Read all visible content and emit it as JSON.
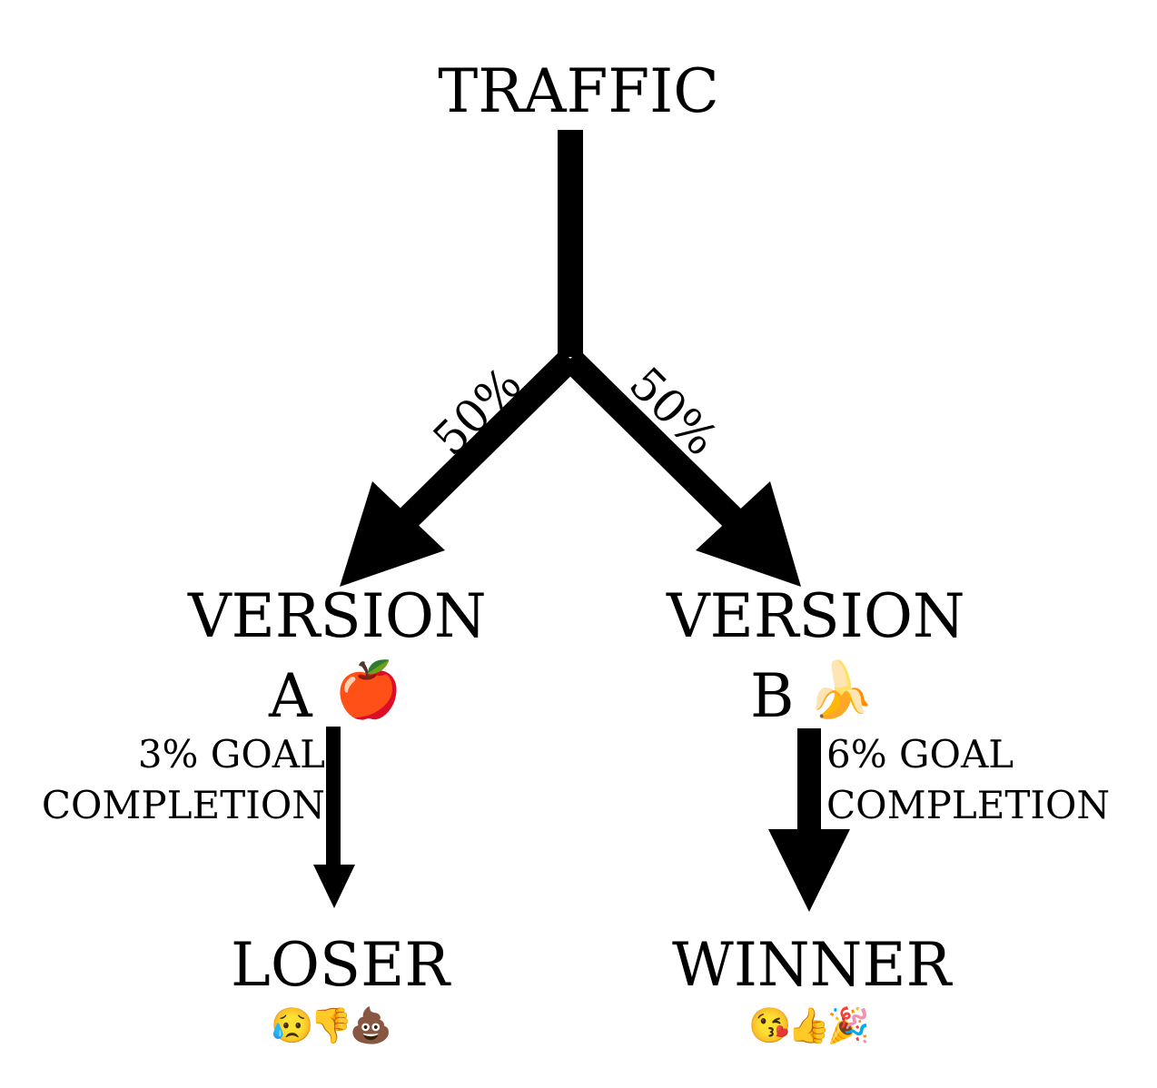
{
  "diagram": {
    "traffic": "TRAFFIC",
    "split_left": "50%",
    "split_right": "50%",
    "version_a": {
      "line1": "VERSION",
      "line2": "A",
      "icon": "🍎"
    },
    "version_b": {
      "line1": "VERSION",
      "line2": "B",
      "icon": "🍌"
    },
    "goal_a": {
      "line1": "3% GOAL",
      "line2": "COMPLETION"
    },
    "goal_b": {
      "line1": "6% GOAL",
      "line2": "COMPLETION"
    },
    "loser": {
      "label": "LOSER",
      "icons": "😥👎💩"
    },
    "winner": {
      "label": "WINNER",
      "icons": "😘👍🎉"
    }
  }
}
